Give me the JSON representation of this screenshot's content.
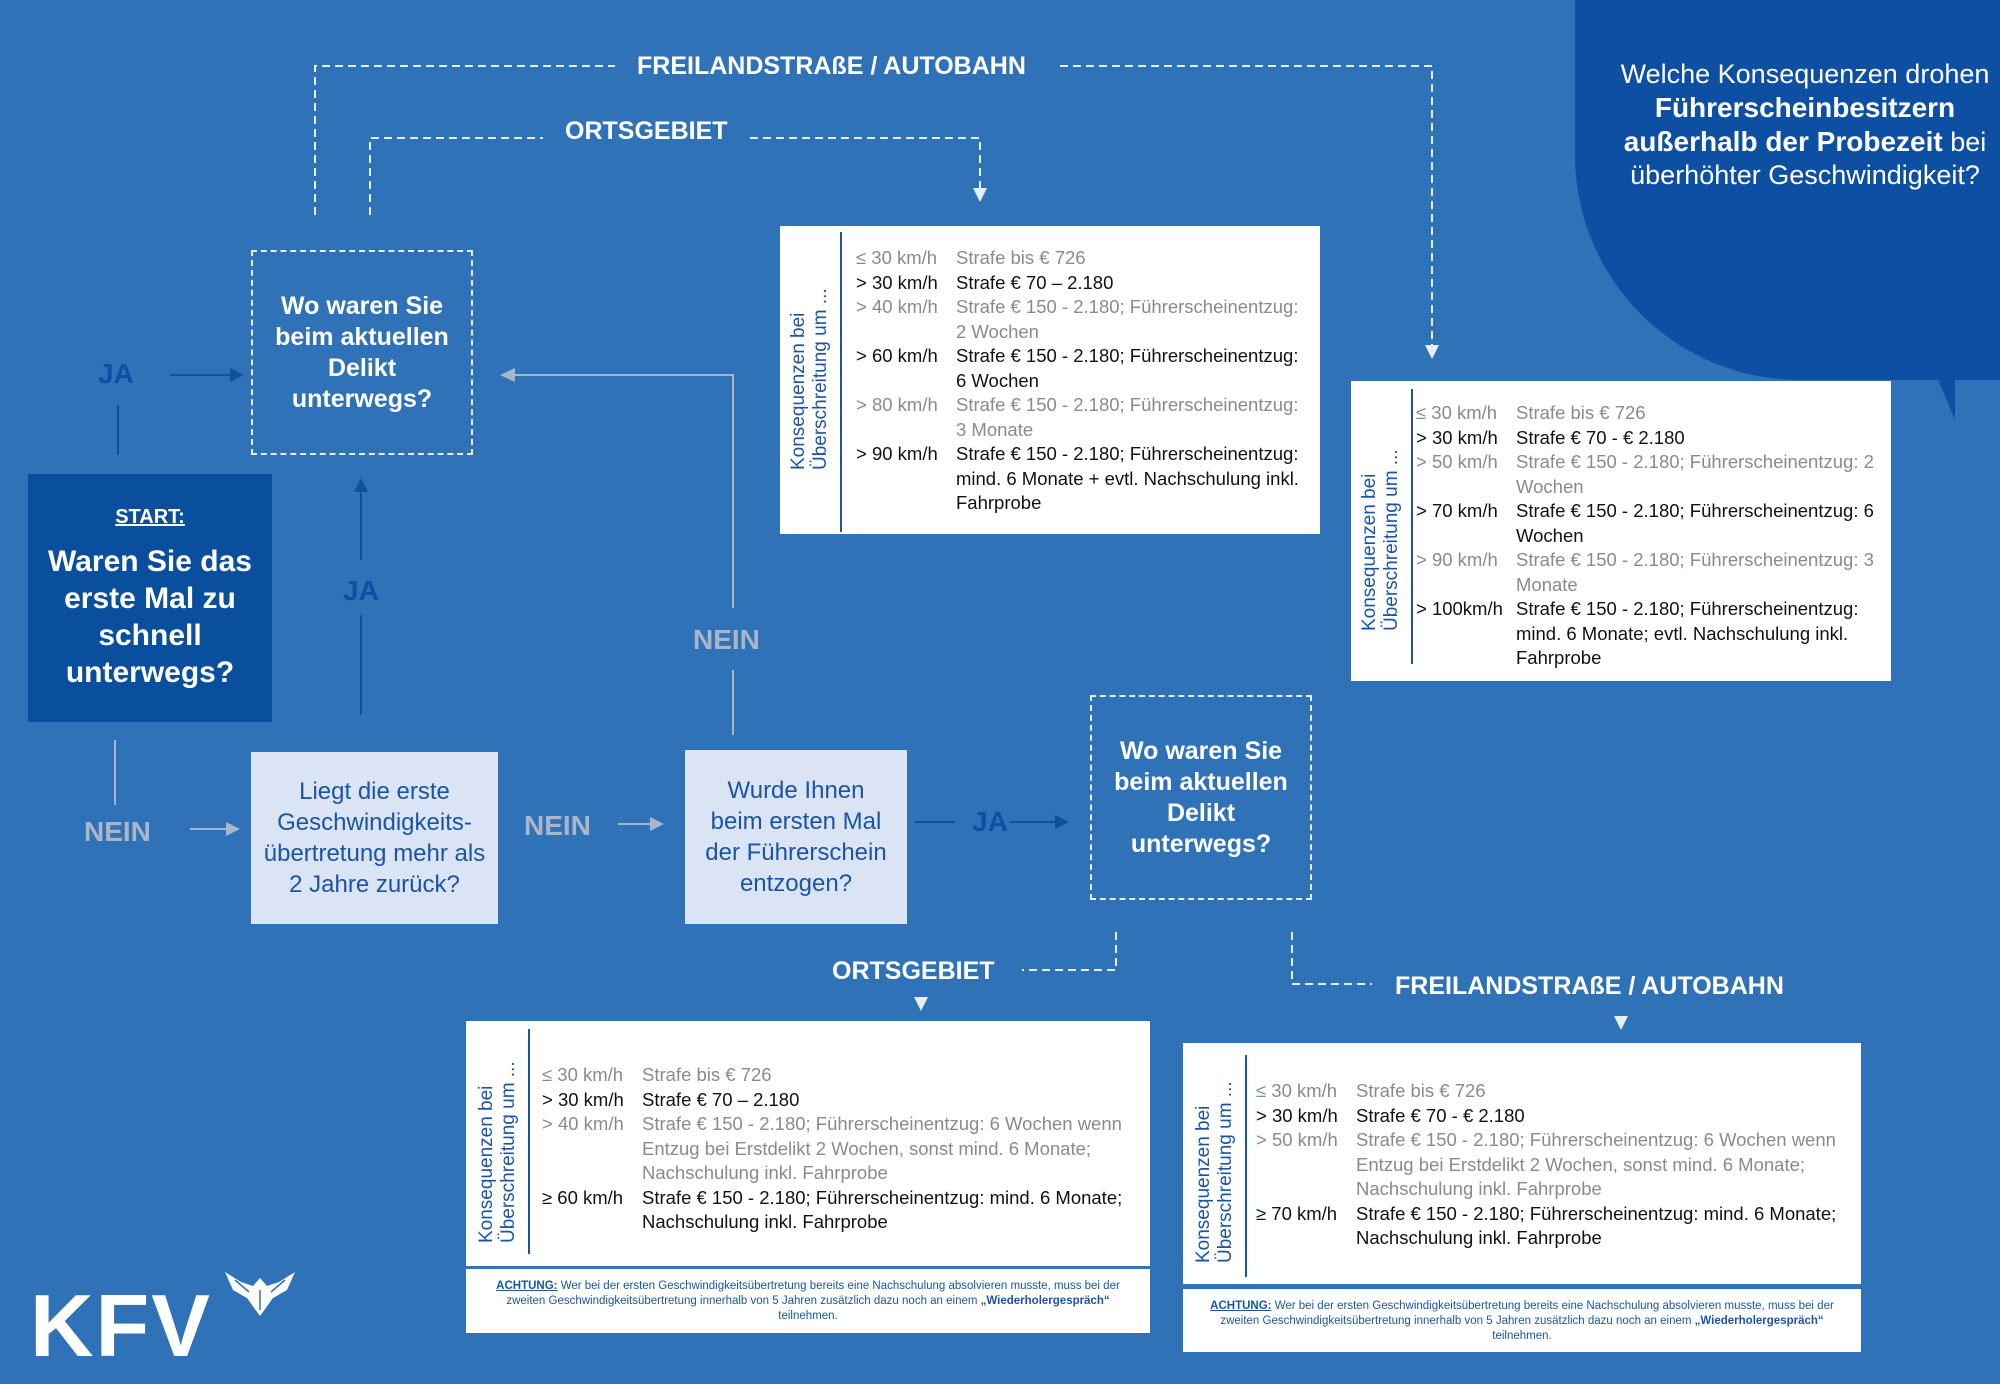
{
  "colors": {
    "background": "#2f72b8",
    "bubble": "#0d4fa3",
    "start_box": "#0a4e9e",
    "light_box": "#dbe4f4",
    "label_ja": "#0d4fa3",
    "label_nein": "#aab6c8"
  },
  "bubble": {
    "line1": "Welche Konsequenzen drohen",
    "bold": "Führerscheinbesitzern außerhalb der Probezeit",
    "line3": "bei überhöhter Geschwindigkeit?"
  },
  "start": {
    "label": "START:",
    "question": "Waren Sie das erste Mal zu schnell unterwegs?"
  },
  "boxes": {
    "where_top": "Wo waren Sie beim aktuellen Delikt unterwegs?",
    "first_offence": "Liegt die erste Geschwindigkeits-übertretung mehr als 2 Jahre zurück?",
    "license_revoked": "Wurde Ihnen beim ersten Mal der Führerschein entzogen?",
    "where_bottom": "Wo waren Sie beim aktuellen Delikt unterwegs?"
  },
  "labels": {
    "ja1": "JA",
    "ja2": "JA",
    "ja3": "JA",
    "nein1": "NEIN",
    "nein2": "NEIN",
    "nein3": "NEIN",
    "freiland_top": "FREILANDSTRAßE / AUTOBAHN",
    "ortsgebiet_top": "ORTSGEBIET",
    "ortsgebiet_bottom": "ORTSGEBIET",
    "freiland_bottom": "FREILANDSTRAßE / AUTOBAHN"
  },
  "side_label": {
    "line1": "Konsequenzen bei",
    "line2": "Überschreitung um ..."
  },
  "card1": [
    {
      "k": "≤ 30 km/h",
      "v": "Strafe bis € 726",
      "style": "g"
    },
    {
      "k": "> 30 km/h",
      "v": "Strafe € 70 – 2.180",
      "style": "d"
    },
    {
      "k": "> 40 km/h",
      "v": "Strafe € 150 - 2.180;  Führerscheinentzug: 2 Wochen",
      "style": "g"
    },
    {
      "k": "> 60 km/h",
      "v": "Strafe € 150 - 2.180; Führerscheinentzug: 6 Wochen",
      "style": "d"
    },
    {
      "k": "> 80 km/h",
      "v": "Strafe € 150 - 2.180; Führerscheinentzug: 3 Monate",
      "style": "g"
    },
    {
      "k": "> 90 km/h",
      "v": "Strafe € 150 - 2.180; Führerscheinentzug: mind. 6 Monate + evtl. Nachschulung inkl. Fahrprobe",
      "style": "d"
    }
  ],
  "card2": [
    {
      "k": "≤ 30 km/h",
      "v": "Strafe bis € 726",
      "style": "g"
    },
    {
      "k": "> 30 km/h",
      "v": "Strafe € 70 - € 2.180",
      "style": "d"
    },
    {
      "k": "> 50 km/h",
      "v": "Strafe € 150 - 2.180; Führerscheinentzug: 2 Wochen",
      "style": "g"
    },
    {
      "k": "> 70 km/h",
      "v": "Strafe € 150 - 2.180; Führerscheinentzug: 6 Wochen",
      "style": "d"
    },
    {
      "k": "> 90 km/h",
      "v": "Strafe € 150 - 2.180; Führerscheinentzug: 3 Monate",
      "style": "g"
    },
    {
      "k": "> 100km/h",
      "v": "Strafe € 150 - 2.180; Führerscheinentzug: mind. 6 Monate; evtl. Nachschulung inkl. Fahrprobe",
      "style": "d"
    }
  ],
  "card3": [
    {
      "k": "≤ 30 km/h",
      "v": "Strafe bis € 726",
      "style": "g"
    },
    {
      "k": "> 30 km/h",
      "v": "Strafe € 70 – 2.180",
      "style": "d"
    },
    {
      "k": "> 40 km/h",
      "v": "Strafe € 150 - 2.180;  Führerscheinentzug: 6 Wochen wenn Entzug bei Erstdelikt 2 Wochen, sonst mind. 6 Monate; Nachschulung inkl. Fahrprobe",
      "style": "g"
    },
    {
      "k": "≥ 60 km/h",
      "v": "Strafe € 150 - 2.180; Führerscheinentzug: mind. 6 Monate; Nachschulung inkl. Fahrprobe",
      "style": "d"
    }
  ],
  "card4": [
    {
      "k": "≤ 30 km/h",
      "v": "Strafe bis € 726",
      "style": "g"
    },
    {
      "k": "> 30 km/h",
      "v": "Strafe € 70 - € 2.180",
      "style": "d"
    },
    {
      "k": "> 50 km/h",
      "v": "Strafe € 150 - 2.180;  Führerscheinentzug: 6 Wochen wenn Entzug bei Erstdelikt 2 Wochen, sonst mind. 6 Monate; Nachschulung inkl. Fahrprobe",
      "style": "g"
    },
    {
      "k": "≥ 70 km/h",
      "v": "Strafe € 150 - 2.180; Führerscheinentzug: mind. 6 Monate; Nachschulung inkl. Fahrprobe",
      "style": "d"
    }
  ],
  "note": {
    "label": "ACHTUNG:",
    "text1": " Wer bei der ersten Geschwindigkeitsübertretung bereits eine Nachschulung absolvieren musste, muss bei der zweiten Geschwindigkeitsübertretung innerhalb von 5 Jahren zusätzlich dazu noch an einem ",
    "bold": "„Wiederholergespräch“",
    "text2": " teilnehmen."
  },
  "logo": {
    "text": "KFV"
  }
}
